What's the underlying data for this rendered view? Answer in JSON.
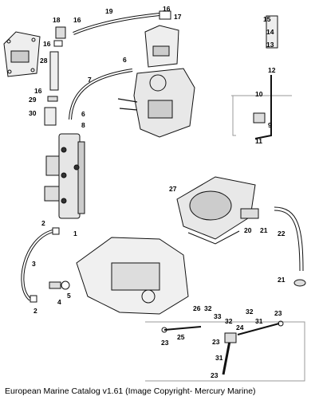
{
  "diagram": {
    "callouts": [
      {
        "id": "c1",
        "text": "1"
      },
      {
        "id": "c2a",
        "text": "2"
      },
      {
        "id": "c2b",
        "text": "2"
      },
      {
        "id": "c3",
        "text": "3"
      },
      {
        "id": "c4",
        "text": "4"
      },
      {
        "id": "c5",
        "text": "5"
      },
      {
        "id": "c6a",
        "text": "6"
      },
      {
        "id": "c6b",
        "text": "6"
      },
      {
        "id": "c7",
        "text": "7"
      },
      {
        "id": "c8",
        "text": "8"
      },
      {
        "id": "c9",
        "text": "9"
      },
      {
        "id": "c10",
        "text": "10"
      },
      {
        "id": "c11",
        "text": "11"
      },
      {
        "id": "c12",
        "text": "12"
      },
      {
        "id": "c13",
        "text": "13"
      },
      {
        "id": "c14",
        "text": "14"
      },
      {
        "id": "c15",
        "text": "15"
      },
      {
        "id": "c16a",
        "text": "16"
      },
      {
        "id": "c16b",
        "text": "16"
      },
      {
        "id": "c16c",
        "text": "16"
      },
      {
        "id": "c16d",
        "text": "16"
      },
      {
        "id": "c17",
        "text": "17"
      },
      {
        "id": "c18",
        "text": "18"
      },
      {
        "id": "c19",
        "text": "19"
      },
      {
        "id": "c20",
        "text": "20"
      },
      {
        "id": "c21a",
        "text": "21"
      },
      {
        "id": "c21b",
        "text": "21"
      },
      {
        "id": "c22",
        "text": "22"
      },
      {
        "id": "c23a",
        "text": "23"
      },
      {
        "id": "c23b",
        "text": "23"
      },
      {
        "id": "c23c",
        "text": "23"
      },
      {
        "id": "c23d",
        "text": "23"
      },
      {
        "id": "c24",
        "text": "24"
      },
      {
        "id": "c25",
        "text": "25"
      },
      {
        "id": "c26",
        "text": "26"
      },
      {
        "id": "c27",
        "text": "27"
      },
      {
        "id": "c28",
        "text": "28"
      },
      {
        "id": "c29",
        "text": "29"
      },
      {
        "id": "c30",
        "text": "30"
      },
      {
        "id": "c31a",
        "text": "31"
      },
      {
        "id": "c31b",
        "text": "31"
      },
      {
        "id": "c32a",
        "text": "32"
      },
      {
        "id": "c32b",
        "text": "32"
      },
      {
        "id": "c32c",
        "text": "32"
      },
      {
        "id": "c33",
        "text": "33"
      }
    ],
    "caption": "European Marine Catalog v1.61 (Image Copyright- Mercury Marine)"
  }
}
